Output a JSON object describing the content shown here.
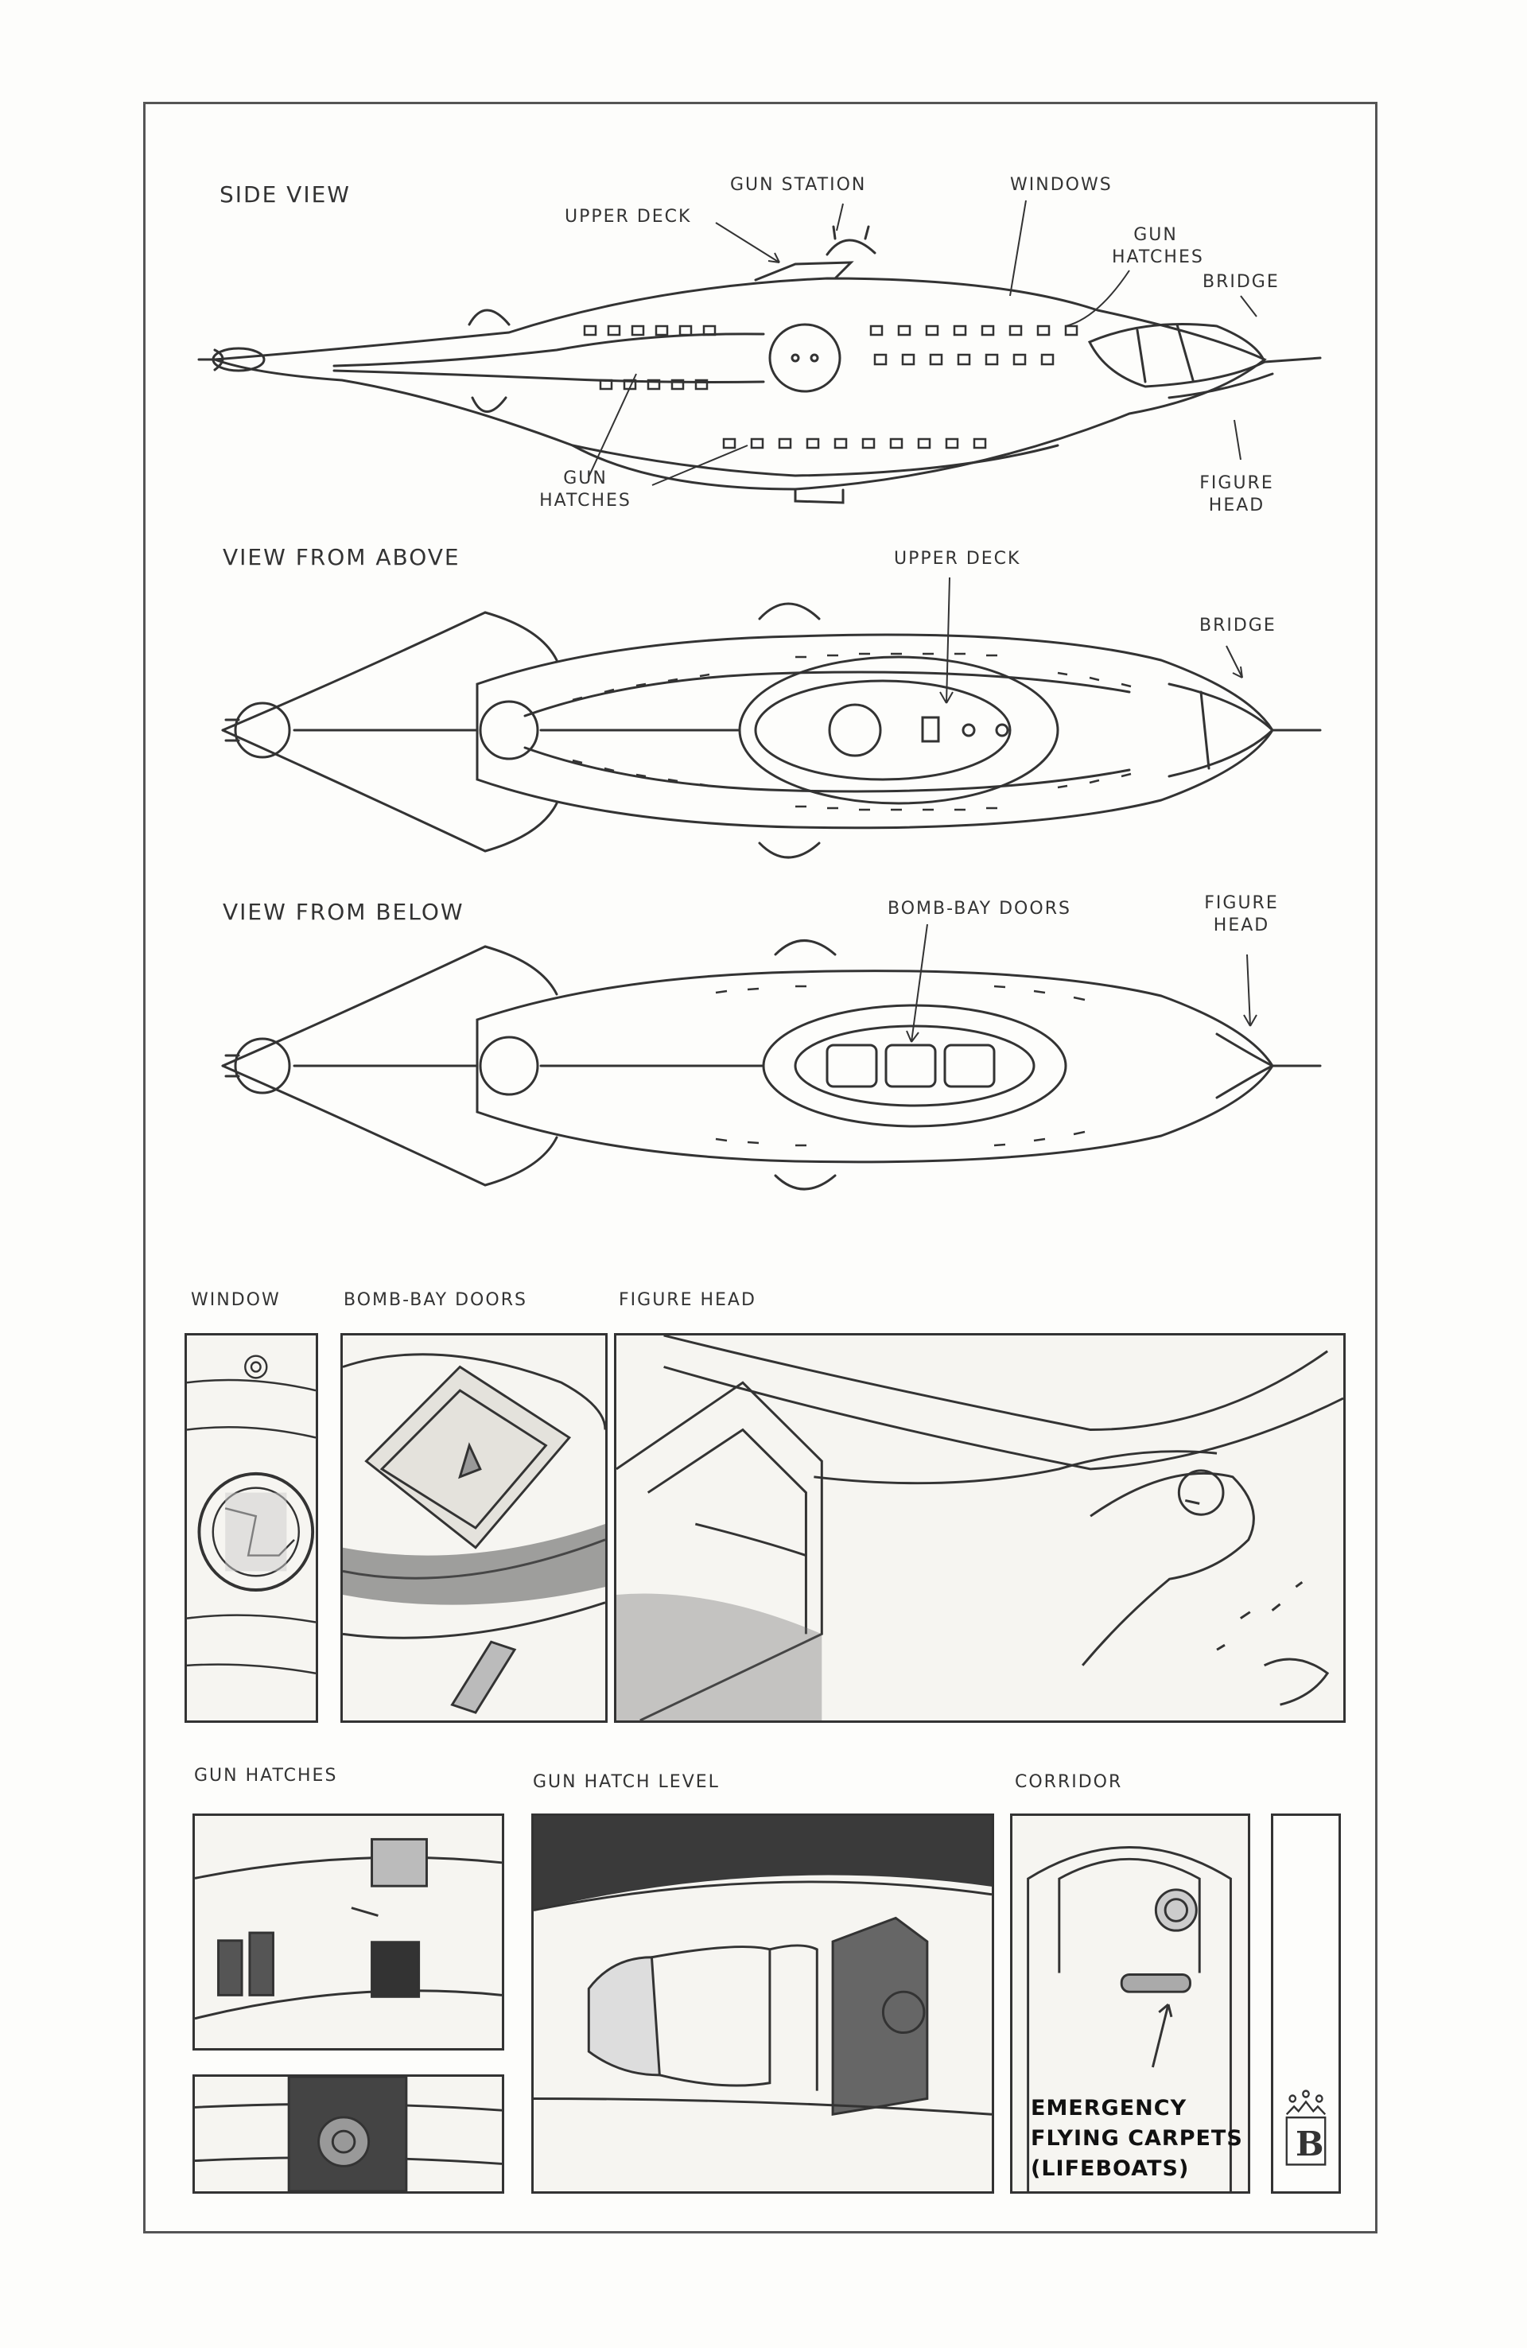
{
  "side_view": {
    "title": "SIDE VIEW",
    "labels": {
      "gun_station": "GUN STATION",
      "windows": "WINDOWS",
      "upper_deck": "UPPER DECK",
      "gun_hatches_right": "GUN HATCHES",
      "bridge": "BRIDGE",
      "gun_hatches_left": "GUN HATCHES",
      "figure_head": "FIGURE HEAD"
    }
  },
  "above_view": {
    "title": "VIEW FROM ABOVE",
    "labels": {
      "upper_deck": "UPPER DECK",
      "bridge": "BRIDGE"
    }
  },
  "below_view": {
    "title": "VIEW FROM BELOW",
    "labels": {
      "bomb_bay_doors": "BOMB-BAY DOORS",
      "figure_head": "FIGURE HEAD"
    }
  },
  "detail_row_1": {
    "window": "WINDOW",
    "bomb_bay_doors": "BOMB-BAY DOORS",
    "figure_head": "FIGURE HEAD"
  },
  "detail_row_2": {
    "gun_hatches": "GUN HATCHES",
    "gun_hatch_level": "GUN HATCH LEVEL",
    "corridor": "CORRIDOR",
    "corridor_caption": "EMERGENCY\nFLYING CARPETS\n(LIFEBOATS)"
  },
  "signature_monogram": "B"
}
